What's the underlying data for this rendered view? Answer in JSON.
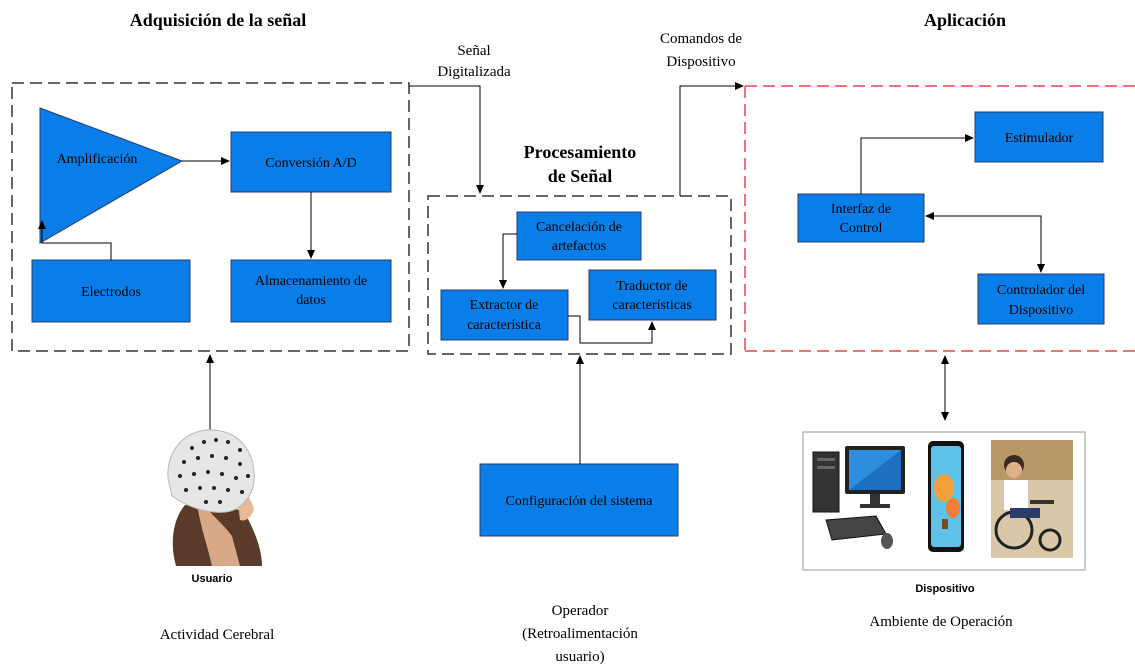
{
  "sections": {
    "acquisition_title": "Adquisición de la señal",
    "processing_title_line1": "Procesamiento",
    "processing_title_line2": "de Señal",
    "application_title": "Aplicación"
  },
  "flow_labels": {
    "digitized_line1": "Señal",
    "digitized_line2": "Digitalizada",
    "commands_line1": "Comandos de",
    "commands_line2": "Dispositivo"
  },
  "acquisition": {
    "amplification": "Amplificación",
    "conversion": "Conversión A/D",
    "electrodes": "Electrodos",
    "storage_line1": "Almacenamiento de",
    "storage_line2": "datos"
  },
  "processing": {
    "artifact_line1": "Cancelación de",
    "artifact_line2": "artefactos",
    "extractor_line1": "Extractor de",
    "extractor_line2": "característica",
    "translator_line1": "Traductor de",
    "translator_line2": "características"
  },
  "application": {
    "stimulator": "Estimulador",
    "interface_line1": "Interfaz de",
    "interface_line2": "Control",
    "controller_line1": "Controlador del",
    "controller_line2": "Dispositivo"
  },
  "system_config": "Configuración del sistema",
  "user": {
    "caption": "Usuario",
    "bottom_label": "Actividad Cerebral"
  },
  "operator": {
    "line1": "Operador",
    "line2": "(Retroalimentación",
    "line3": "usuario)"
  },
  "device": {
    "caption": "Dispositivo",
    "bottom_label": "Ambiente de Operación"
  },
  "colors": {
    "box_fill": "#0a7ee8",
    "application_border": "#e8444c",
    "dashed_border": "#333333"
  }
}
